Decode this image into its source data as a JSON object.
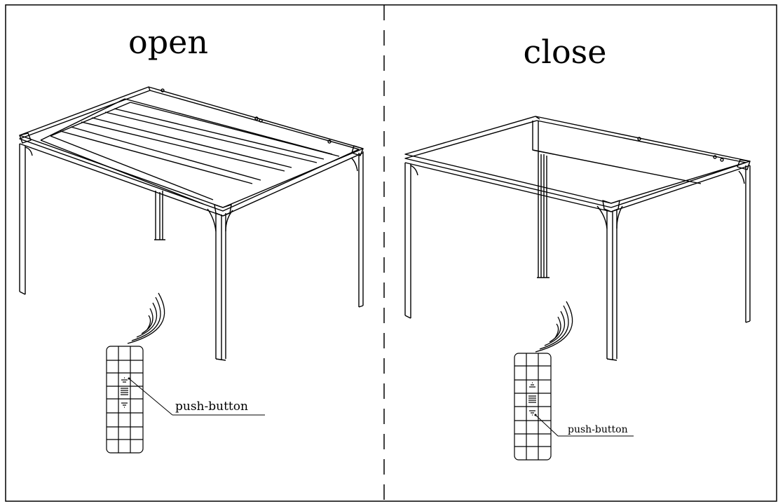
{
  "panels": [
    {
      "state_label": "open",
      "callout_label": "push-button",
      "remote_icon": "remote-control-icon",
      "signal_icon": "wireless-signal-icon"
    },
    {
      "state_label": "close",
      "callout_label": "push-button",
      "remote_icon": "remote-control-icon",
      "signal_icon": "wireless-signal-icon"
    }
  ],
  "colors": {
    "line": "#000000",
    "background": "#ffffff"
  }
}
